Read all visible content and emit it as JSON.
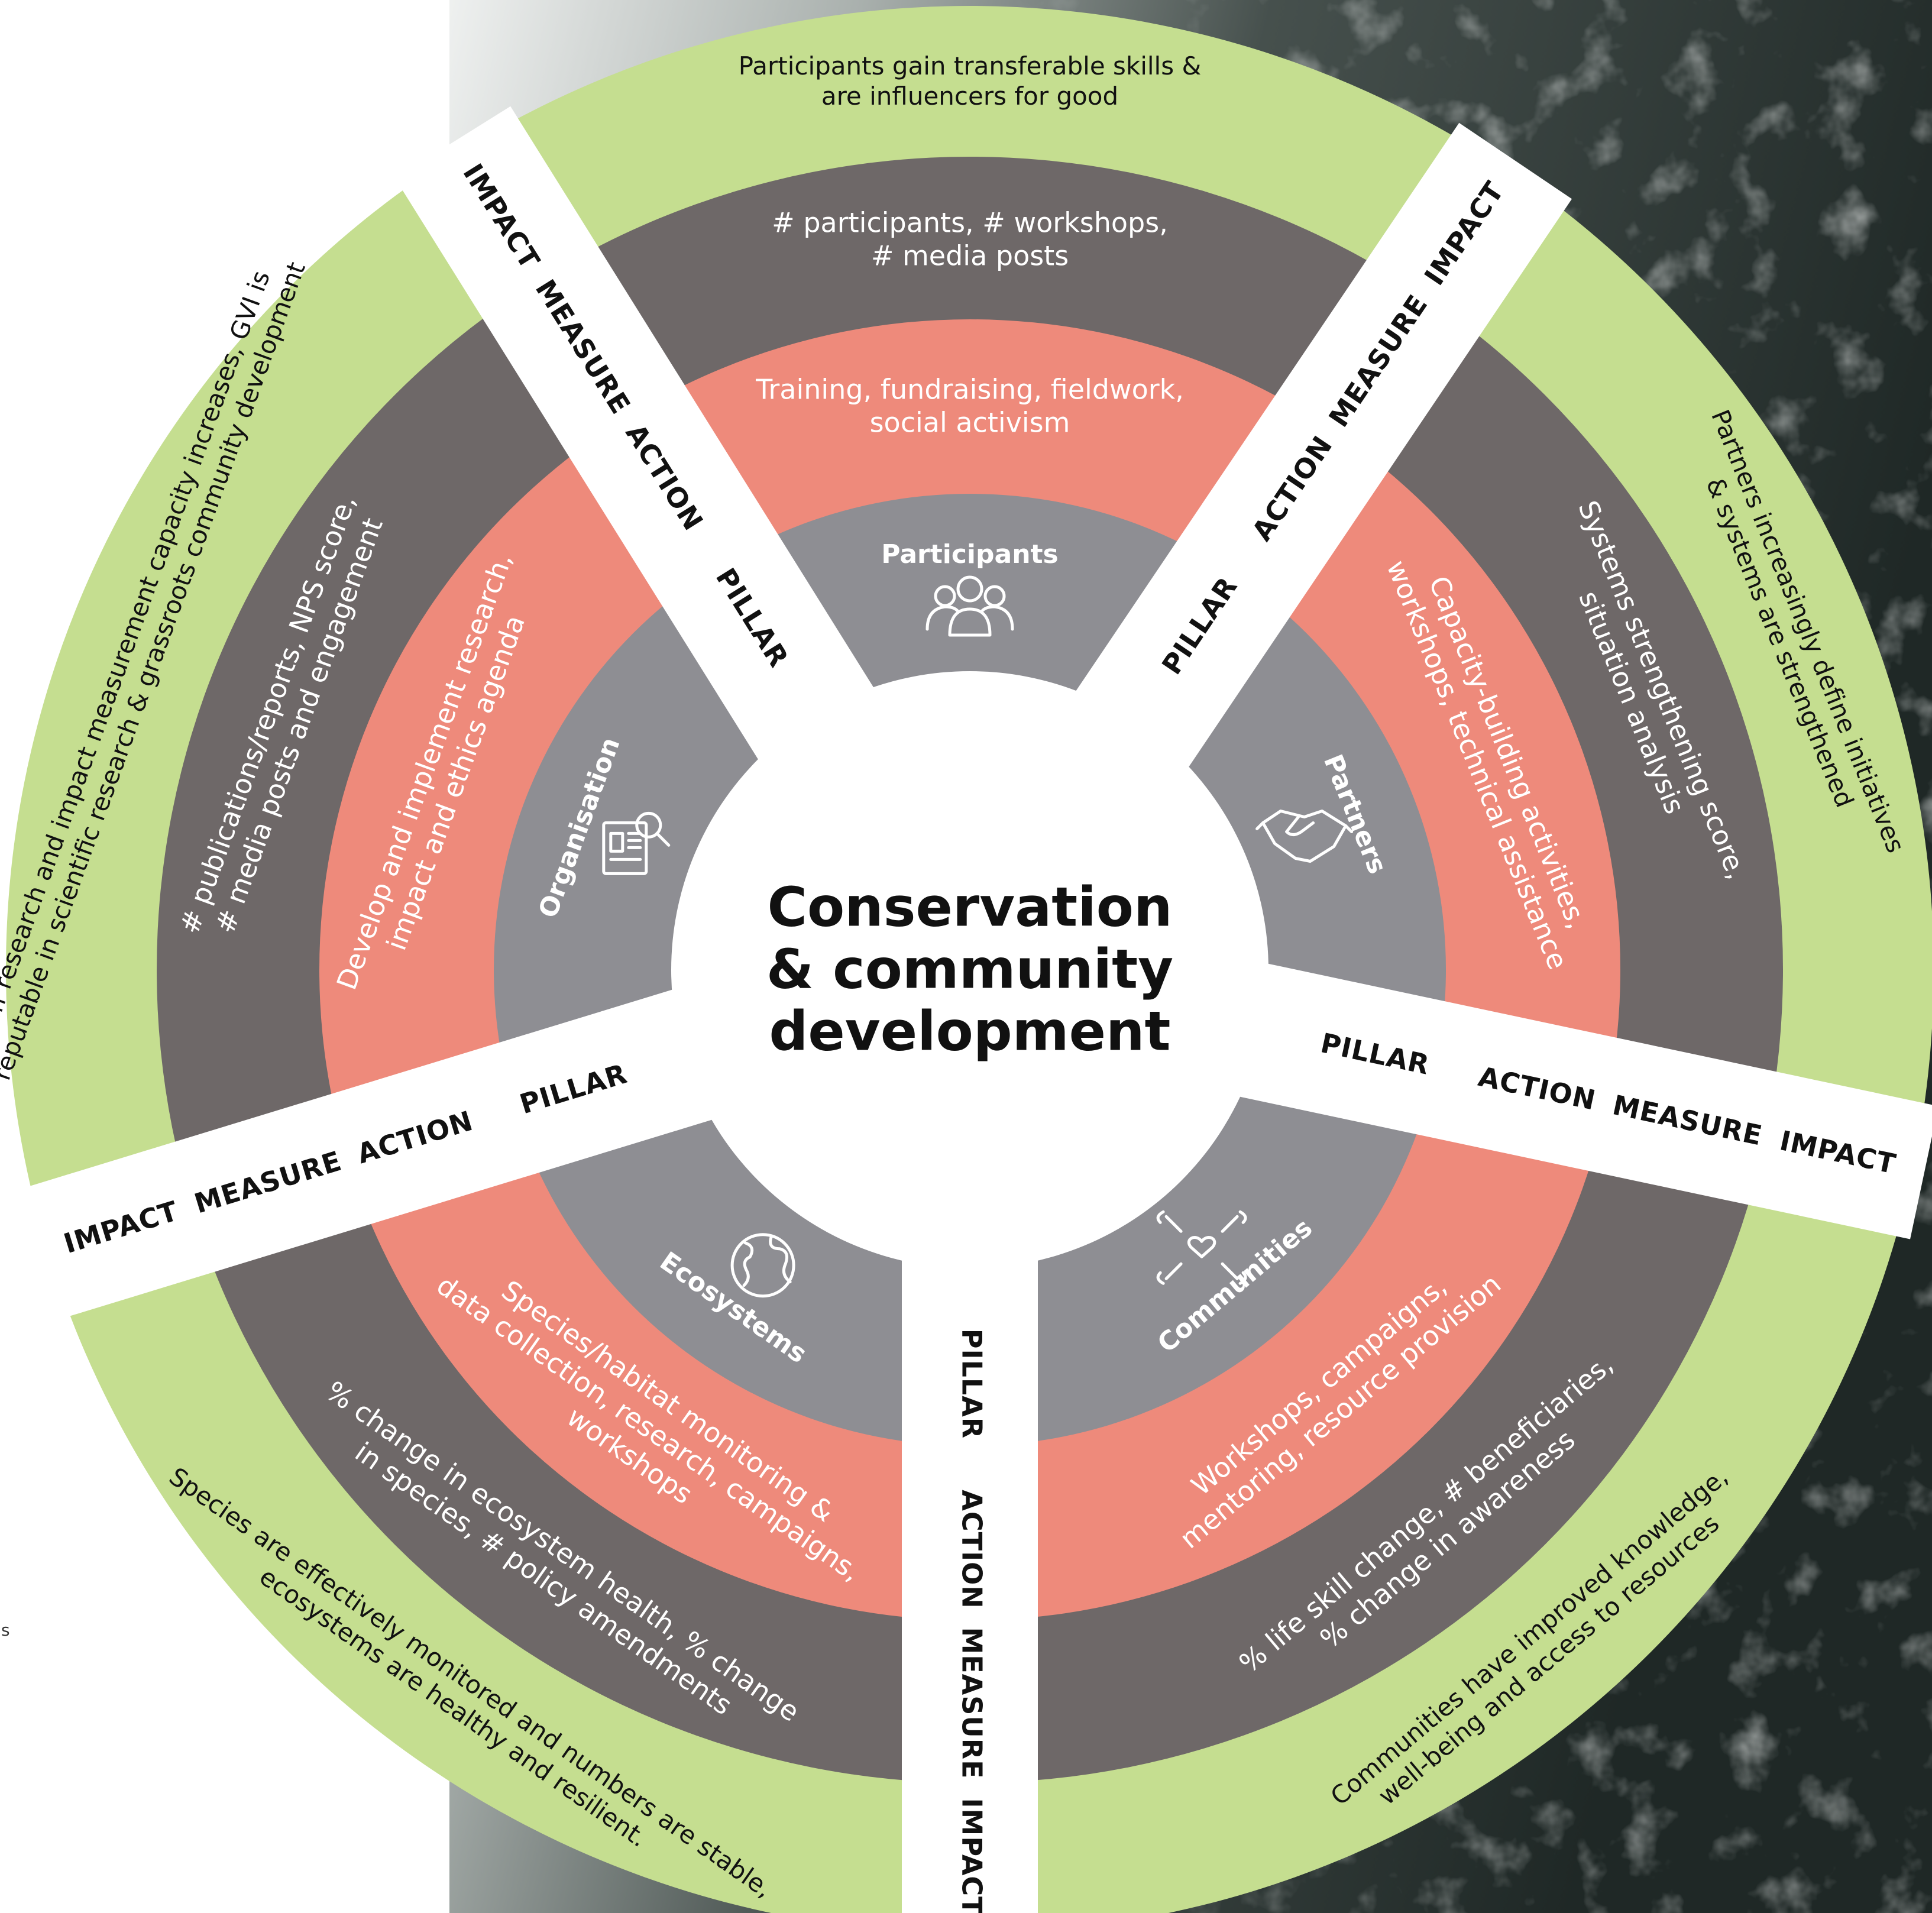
{
  "center": {
    "title_lines": [
      "Conservation",
      "& community",
      "development"
    ]
  },
  "band_labels": [
    "PILLAR",
    "ACTION",
    "MEASURE",
    "IMPACT"
  ],
  "colors": {
    "impact_ring": "#c5de90",
    "measure_ring": "#6e6868",
    "action_ring": "#ee8a7b",
    "pillar_ring": "#8e8e93",
    "spoke": "#ffffff",
    "hub": "#ffffff"
  },
  "pillars": [
    {
      "id": "participants",
      "pillar": "Participants",
      "icon": "people-group-icon",
      "action": [
        "Training, fundraising, fieldwork,",
        "social activism"
      ],
      "measure": [
        "# participants, # workshops,",
        "# media posts"
      ],
      "impact": [
        "Participants gain transferable skills &",
        "are influencers for good"
      ]
    },
    {
      "id": "partners",
      "pillar": "Partners",
      "icon": "handshake-icon",
      "action": [
        "Capacity-building activities,",
        "workshops, technical assistance"
      ],
      "measure": [
        "Systems strengthening score,",
        "situation analysis"
      ],
      "impact": [
        "Partners increasingly define initiatives",
        "& systems are strengthened"
      ]
    },
    {
      "id": "communities",
      "pillar": "Communities",
      "icon": "hands-heart-icon",
      "action": [
        "Workshops, campaigns,",
        "mentoring, resource provision"
      ],
      "measure": [
        "% life skill change, # beneficiaries,",
        "% change in awareness"
      ],
      "impact": [
        "Communities have improved knowledge,",
        "well-being and access to resources"
      ]
    },
    {
      "id": "ecosystems",
      "pillar": "Ecosystems",
      "icon": "globe-icon",
      "action": [
        "Species/habitat monitoring &",
        "data collection, research, campaigns,",
        "workshops"
      ],
      "measure": [
        "% change in ecosystem health, % change",
        "in species, # policy amendments"
      ],
      "impact": [
        "Species are effectively monitored and numbers are stable,",
        "ecosystems are healthy and resilient."
      ]
    },
    {
      "id": "organisation",
      "pillar": "Organisation",
      "icon": "report-magnifier-icon",
      "action": [
        "Develop and implement research,",
        "impact and ethics agenda"
      ],
      "measure": [
        "# publications/reports, NPS score,",
        "# media posts and engagement"
      ],
      "impact": [
        "Staff research and impact measurement capacity increases, GVI is",
        "reputable in scientific research & grassroots community development"
      ]
    }
  ],
  "corner_mark": "s"
}
